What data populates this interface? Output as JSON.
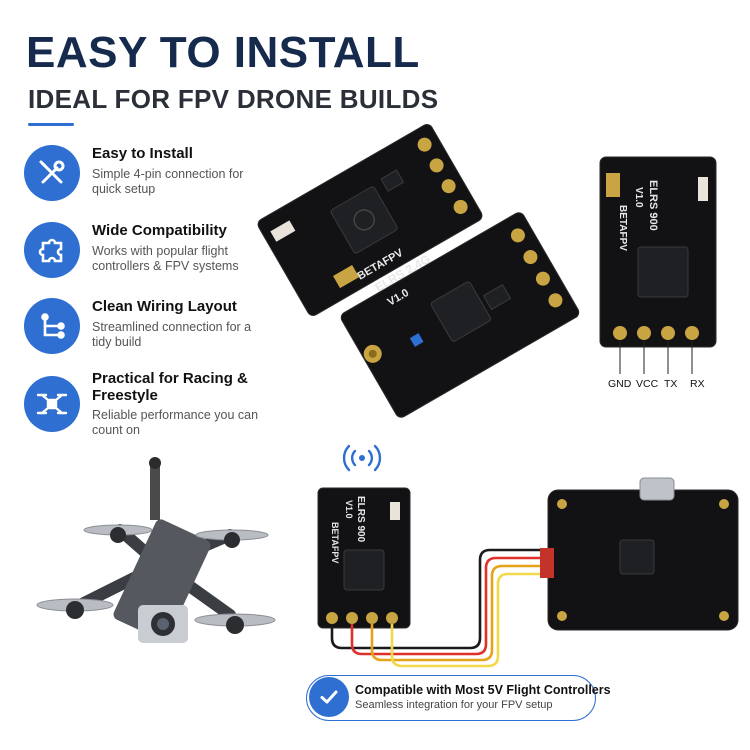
{
  "header": {
    "title": "EASY TO INSTALL",
    "subtitle": "IDEAL FOR FPV DRONE BUILDS"
  },
  "features": [
    {
      "icon": "wrench-screwdriver-icon",
      "title": "Easy to Install",
      "desc": "Simple 4-pin connection for quick setup"
    },
    {
      "icon": "puzzle-icon",
      "title": "Wide Compatibility",
      "desc": "Works with popular flight controllers & FPV systems"
    },
    {
      "icon": "wiring-icon",
      "title": "Clean Wiring Layout",
      "desc": "Streamlined connection for a tidy build"
    },
    {
      "icon": "drone-icon",
      "title": "Practical for Racing & Freestyle",
      "desc": "Reliable performance you can count on"
    }
  ],
  "boards": {
    "board_a_brand": "BETAFPV",
    "board_b_label": "ELRS 2.4G",
    "board_b_version": "V1.0",
    "board_c_label": "ELRS 900",
    "board_c_version": "V1.0",
    "board_c_brand": "BETAFPV"
  },
  "pins": [
    "GND",
    "VCC",
    "TX",
    "RX"
  ],
  "wiring": {
    "receiver_label": "ELRS 900",
    "receiver_version": "V1.0",
    "receiver_brand": "BETAFPV",
    "wire_colors": [
      "#1a1a1a",
      "#e0302a",
      "#e7a21c",
      "#f2d84a"
    ]
  },
  "badge": {
    "title": "Compatible with Most 5V Flight Controllers",
    "subtitle": "Seamless integration for your FPV setup"
  },
  "colors": {
    "accent": "#2f6fd1",
    "title": "#162a4d"
  }
}
